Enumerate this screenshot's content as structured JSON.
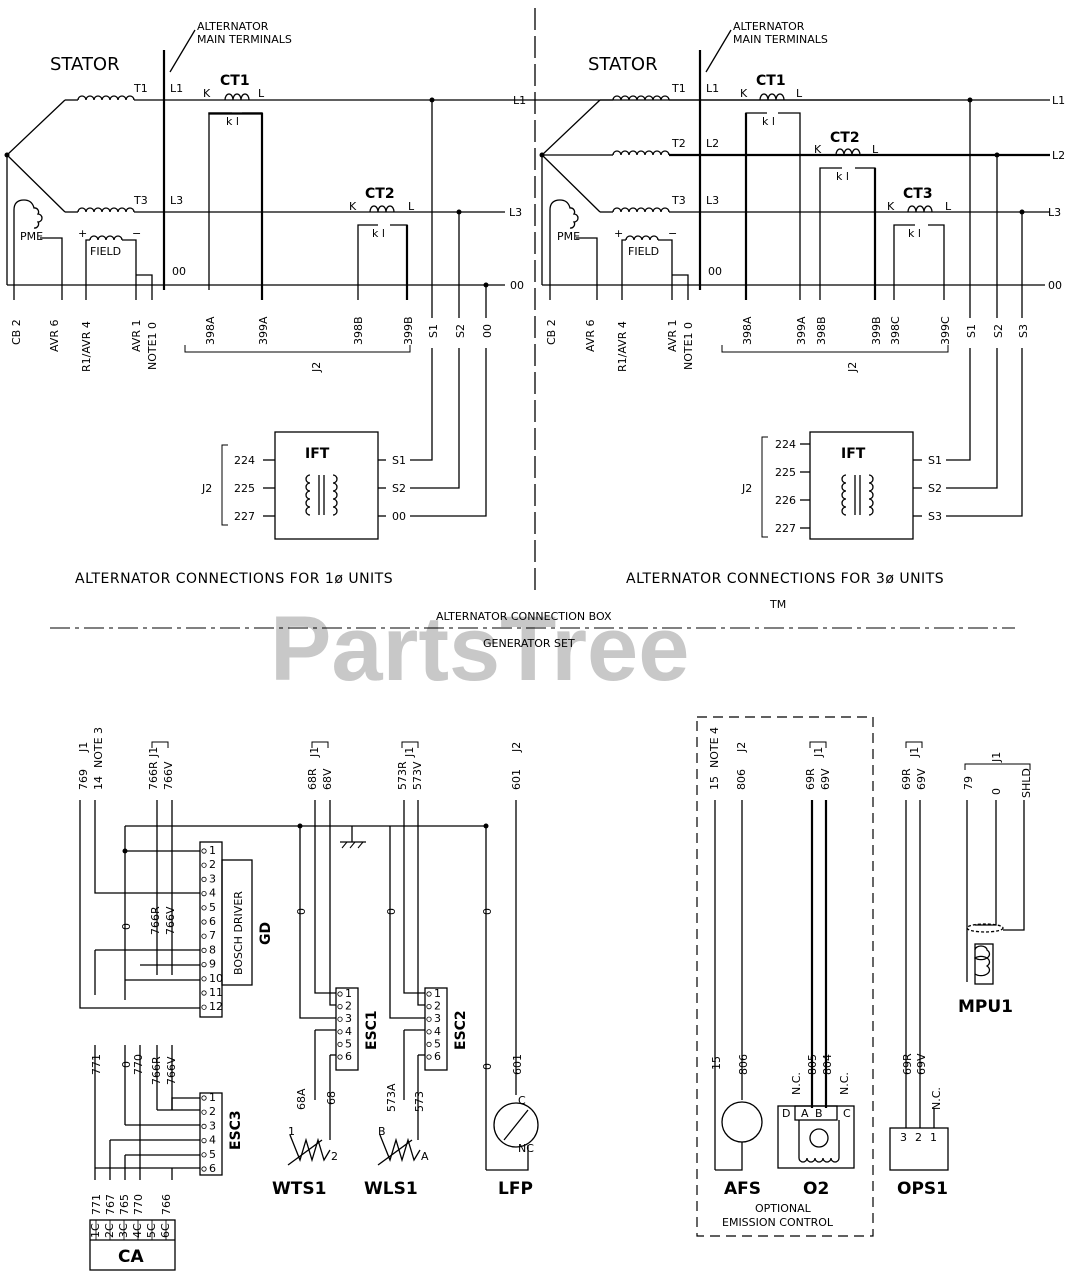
{
  "watermark": {
    "text": "PartsTree",
    "tm": "TM"
  },
  "left_diagram": {
    "alt_terminals": [
      "ALTERNATOR",
      "MAIN TERMINALS"
    ],
    "stator": "STATOR",
    "t1": "T1",
    "t3": "T3",
    "l1": "L1",
    "l3": "L3",
    "n00": "00",
    "ct1": "CT1",
    "ct2": "CT2",
    "k": "K",
    "l": "L",
    "kl": "k  l",
    "pme": "PME",
    "field": "FIELD",
    "plus": "+",
    "minus": "−",
    "out_l1": "L1",
    "out_l3": "L3",
    "out_00": "00",
    "bottom_labels": [
      "CB 2",
      "AVR 6",
      "R1/AVR 4",
      "AVR 1",
      "NOTE1 0",
      "398A",
      "399A",
      "398B",
      "399B",
      "S1",
      "S2",
      "00"
    ],
    "j2": "J2",
    "ift": "IFT",
    "ift_left": [
      "224",
      "225",
      "227"
    ],
    "ift_right": [
      "S1",
      "S2",
      "00"
    ],
    "caption": "ALTERNATOR CONNECTIONS FOR 1ø UNITS"
  },
  "right_diagram": {
    "alt_terminals": [
      "ALTERNATOR",
      "MAIN TERMINALS"
    ],
    "stator": "STATOR",
    "t1": "T1",
    "t2": "T2",
    "t3": "T3",
    "l1": "L1",
    "l2": "L2",
    "l3": "L3",
    "n00": "00",
    "ct1": "CT1",
    "ct2": "CT2",
    "ct3": "CT3",
    "k": "K",
    "l": "L",
    "kl": "k  l",
    "pme": "PME",
    "field": "FIELD",
    "plus": "+",
    "minus": "−",
    "out_l1": "L1",
    "out_l2": "L2",
    "out_l3": "L3",
    "out_00": "00",
    "bottom_labels": [
      "CB 2",
      "AVR 6",
      "R1/AVR 4",
      "AVR 1",
      "NOTE1 0",
      "398A",
      "399A",
      "398B",
      "399B",
      "398C",
      "399C",
      "S1",
      "S2",
      "S3"
    ],
    "j2": "J2",
    "ift": "IFT",
    "ift_left": [
      "224",
      "225",
      "226",
      "227"
    ],
    "ift_right": [
      "S1",
      "S2",
      "S3"
    ],
    "caption": "ALTERNATOR CONNECTIONS FOR 3ø UNITS"
  },
  "divider": {
    "top": "ALTERNATOR CONNECTION BOX",
    "bottom": "GENERATOR SET"
  },
  "lower": {
    "top_labels": [
      {
        "a": "769",
        "b": "J1"
      },
      {
        "a": "14",
        "b": "NOTE 3"
      },
      {
        "a": "766R",
        "b": "J1"
      },
      {
        "a": "766V",
        "b": ""
      },
      {
        "a": "68R",
        "b": "J1"
      },
      {
        "a": "68V",
        "b": ""
      },
      {
        "a": "573R",
        "b": "J1"
      },
      {
        "a": "573V",
        "b": ""
      },
      {
        "a": "601",
        "b": "J2"
      },
      {
        "a": "15",
        "b": "NOTE 4"
      },
      {
        "a": "806",
        "b": "J2"
      },
      {
        "a": "69R",
        "b": "J1"
      },
      {
        "a": "69V",
        "b": ""
      },
      {
        "a": "69R",
        "b": "J1"
      },
      {
        "a": "69V",
        "b": ""
      },
      {
        "a": "79",
        "b": "J1"
      },
      {
        "a": "0",
        "b": ""
      },
      {
        "a": "SHLD",
        "b": ""
      }
    ],
    "gd": "GD",
    "bosch": "BOSCH DRIVER",
    "gd_pins": [
      "1",
      "2",
      "3",
      "4",
      "5",
      "6",
      "7",
      "8",
      "9",
      "10",
      "11",
      "12"
    ],
    "esc1": "ESC1",
    "esc2": "ESC2",
    "esc3": "ESC3",
    "esc_pins": [
      "1",
      "2",
      "3",
      "4",
      "5",
      "6"
    ],
    "mid_labels": [
      "0",
      "766R",
      "766V",
      "0",
      "0",
      "0"
    ],
    "low_labels": [
      "771",
      "770",
      "766R",
      "766V",
      "0",
      "68A",
      "68",
      "573A",
      "573",
      "0",
      "601",
      "15",
      "806",
      "N.C.",
      "805",
      "804",
      "N.C.",
      "69R",
      "69V",
      "N.C."
    ],
    "ca": "CA",
    "ca_pins": [
      "1C",
      "2C",
      "3C",
      "4C",
      "5C",
      "6C"
    ],
    "ca_wires": [
      "771",
      "767",
      "765",
      "770",
      "",
      "766"
    ],
    "wts1": "WTS1",
    "wls1": "WLS1",
    "lfp": "LFP",
    "afs": "AFS",
    "o2": "O2",
    "ops1": "OPS1",
    "mpu1": "MPU1",
    "o2_pins": [
      "D",
      "A",
      "B",
      "C"
    ],
    "ops_pins": [
      "3",
      "2",
      "1"
    ],
    "lfp_pins": [
      "C",
      "NC"
    ],
    "wts_pins": [
      "1",
      "2"
    ],
    "wls_pins": [
      "B",
      "A"
    ],
    "optional": [
      "OPTIONAL",
      "EMISSION CONTROL"
    ]
  }
}
